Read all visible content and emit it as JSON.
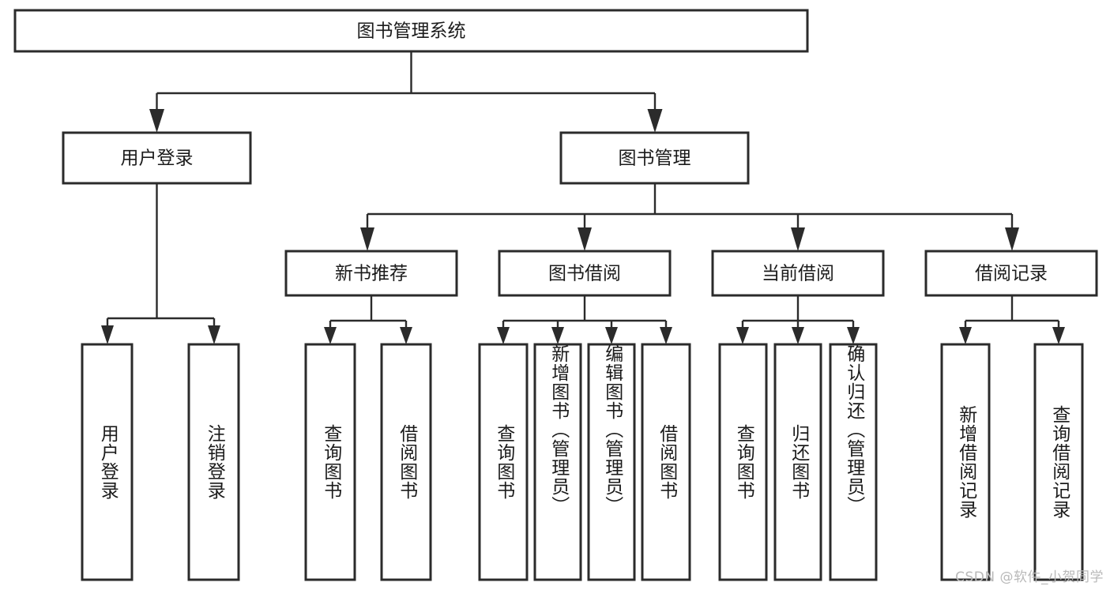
{
  "diagram": {
    "title": "图书管理系统",
    "type": "tree-hierarchy",
    "watermark": "CSDN @软件_小贺同学",
    "colors": {
      "box_stroke": "#2b2b2b",
      "box_fill": "#ffffff",
      "edge": "#2b2b2b",
      "text": "#1b1b1b",
      "watermark": "#b9b9b9",
      "background": "#ffffff"
    },
    "root": {
      "id": "root",
      "label": "图书管理系统"
    },
    "level2": [
      {
        "id": "user-login",
        "label": "用户登录"
      },
      {
        "id": "book-manage",
        "label": "图书管理"
      }
    ],
    "level3": [
      {
        "id": "new-book-rec",
        "label": "新书推荐",
        "parent": "book-manage"
      },
      {
        "id": "book-borrow",
        "label": "图书借阅",
        "parent": "book-manage"
      },
      {
        "id": "current-borrow",
        "label": "当前借阅",
        "parent": "book-manage"
      },
      {
        "id": "borrow-record",
        "label": "借阅记录",
        "parent": "book-manage"
      }
    ],
    "leaves": [
      {
        "id": "leaf-user-login",
        "label": "用户登录",
        "parent": "user-login"
      },
      {
        "id": "leaf-user-logout",
        "label": "注销登录",
        "parent": "user-login"
      },
      {
        "id": "leaf-rec-query",
        "label": "查询图书",
        "parent": "new-book-rec"
      },
      {
        "id": "leaf-rec-borrow",
        "label": "借阅图书",
        "parent": "new-book-rec"
      },
      {
        "id": "leaf-borrow-query",
        "label": "查询图书",
        "parent": "book-borrow"
      },
      {
        "id": "leaf-borrow-add",
        "label": "新增图书（管理员）",
        "parent": "book-borrow"
      },
      {
        "id": "leaf-borrow-edit",
        "label": "编辑图书（管理员）",
        "parent": "book-borrow"
      },
      {
        "id": "leaf-borrow-lend",
        "label": "借阅图书",
        "parent": "book-borrow"
      },
      {
        "id": "leaf-cur-query",
        "label": "查询图书",
        "parent": "current-borrow"
      },
      {
        "id": "leaf-cur-return",
        "label": "归还图书",
        "parent": "current-borrow"
      },
      {
        "id": "leaf-cur-confirm",
        "label": "确认归还（管理员）",
        "parent": "current-borrow"
      },
      {
        "id": "leaf-rec-add",
        "label": "新增借阅记录",
        "parent": "borrow-record"
      },
      {
        "id": "leaf-rec-query2",
        "label": "查询借阅记录",
        "parent": "borrow-record"
      }
    ]
  }
}
